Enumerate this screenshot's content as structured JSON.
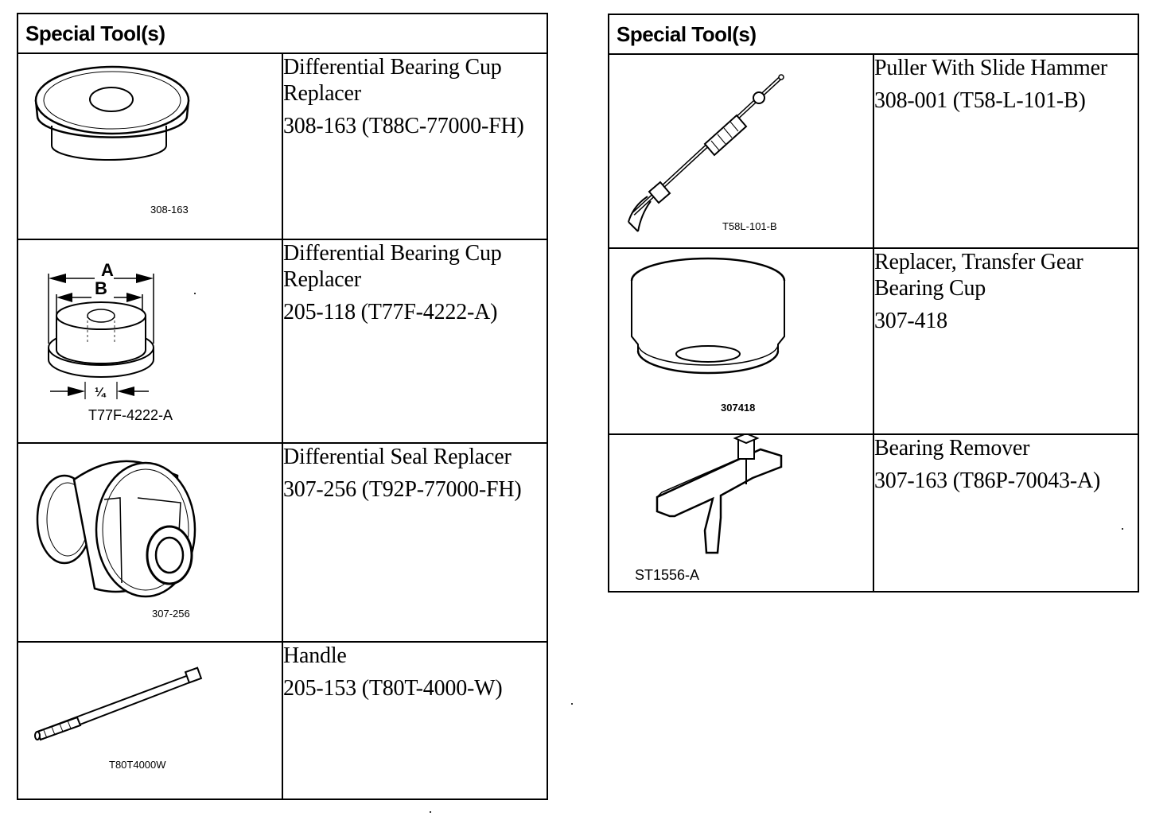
{
  "left_table": {
    "header": "Special Tool(s)",
    "tools": [
      {
        "name": "Differential Bearing Cup Replacer",
        "number": "308-163 (T88C-77000-FH)",
        "figure_code": "308-163",
        "icon": "bearing-cup-replacer-icon"
      },
      {
        "name": "Differential Bearing Cup Replacer",
        "number": "205-118 (T77F-4222-A)",
        "figure_code": "T77F-4222-A",
        "dim_a": "A",
        "dim_b": "B",
        "dim_c": "¼",
        "icon": "stepped-replacer-icon"
      },
      {
        "name": "Differential Seal Replacer",
        "number": "307-256 (T92P-77000-FH)",
        "figure_code": "307-256",
        "icon": "seal-replacer-icon"
      },
      {
        "name": "Handle",
        "number": "205-153 (T80T-4000-W)",
        "figure_code": "T80T4000W",
        "icon": "handle-icon"
      }
    ]
  },
  "right_table": {
    "header": "Special Tool(s)",
    "tools": [
      {
        "name": "Puller With Slide Hammer",
        "number": "308-001 (T58-L-101-B)",
        "figure_code": "T58L-101-B",
        "icon": "slide-hammer-icon"
      },
      {
        "name": "Replacer, Transfer Gear Bearing Cup",
        "number": "307-418",
        "figure_code": "307418",
        "icon": "cup-replacer-icon"
      },
      {
        "name": "Bearing Remover",
        "number": "307-163 (T86P-70043-A)",
        "figure_code": "ST1556-A",
        "icon": "bearing-remover-icon"
      }
    ]
  }
}
